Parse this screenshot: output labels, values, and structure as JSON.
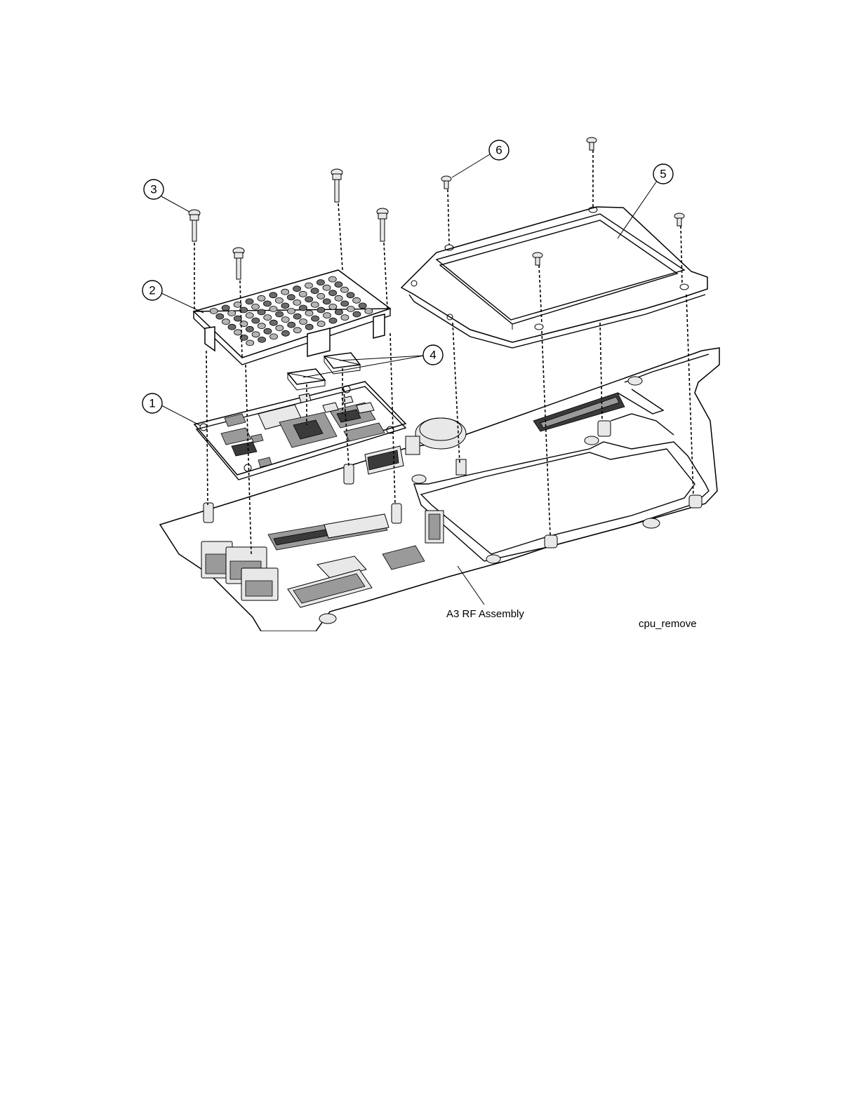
{
  "callouts": [
    {
      "number": "1"
    },
    {
      "number": "2"
    },
    {
      "number": "3"
    },
    {
      "number": "4"
    },
    {
      "number": "5"
    },
    {
      "number": "6"
    }
  ],
  "assembly_label": "A3 RF Assembly",
  "figure_id": "cpu_remove"
}
